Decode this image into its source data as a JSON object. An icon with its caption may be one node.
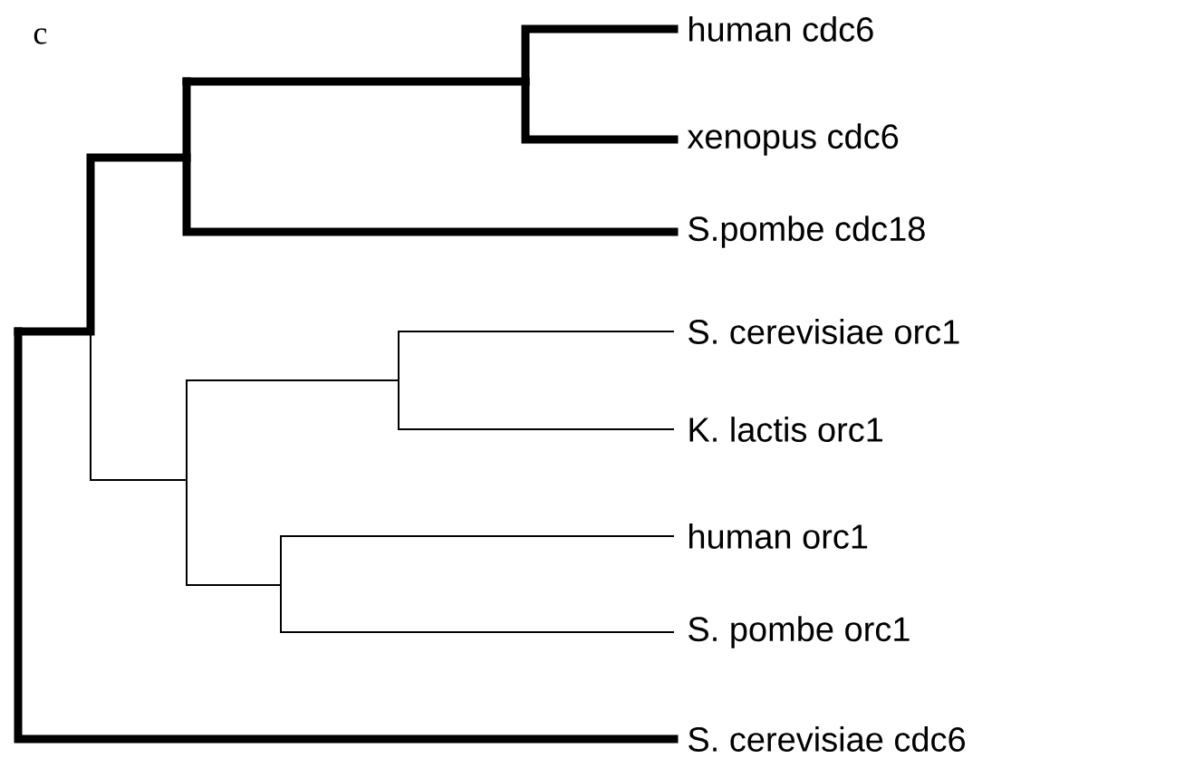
{
  "diagram": {
    "labels": [
      "c",
      "human cdc6",
      "xenopus cdc6",
      "S.pombe cdc18",
      "S. cerevisiae orc1",
      "K. lactis orc1",
      "human orc1",
      "S. pombe orc1",
      "S. cerevisiae cdc6"
    ]
  }
}
